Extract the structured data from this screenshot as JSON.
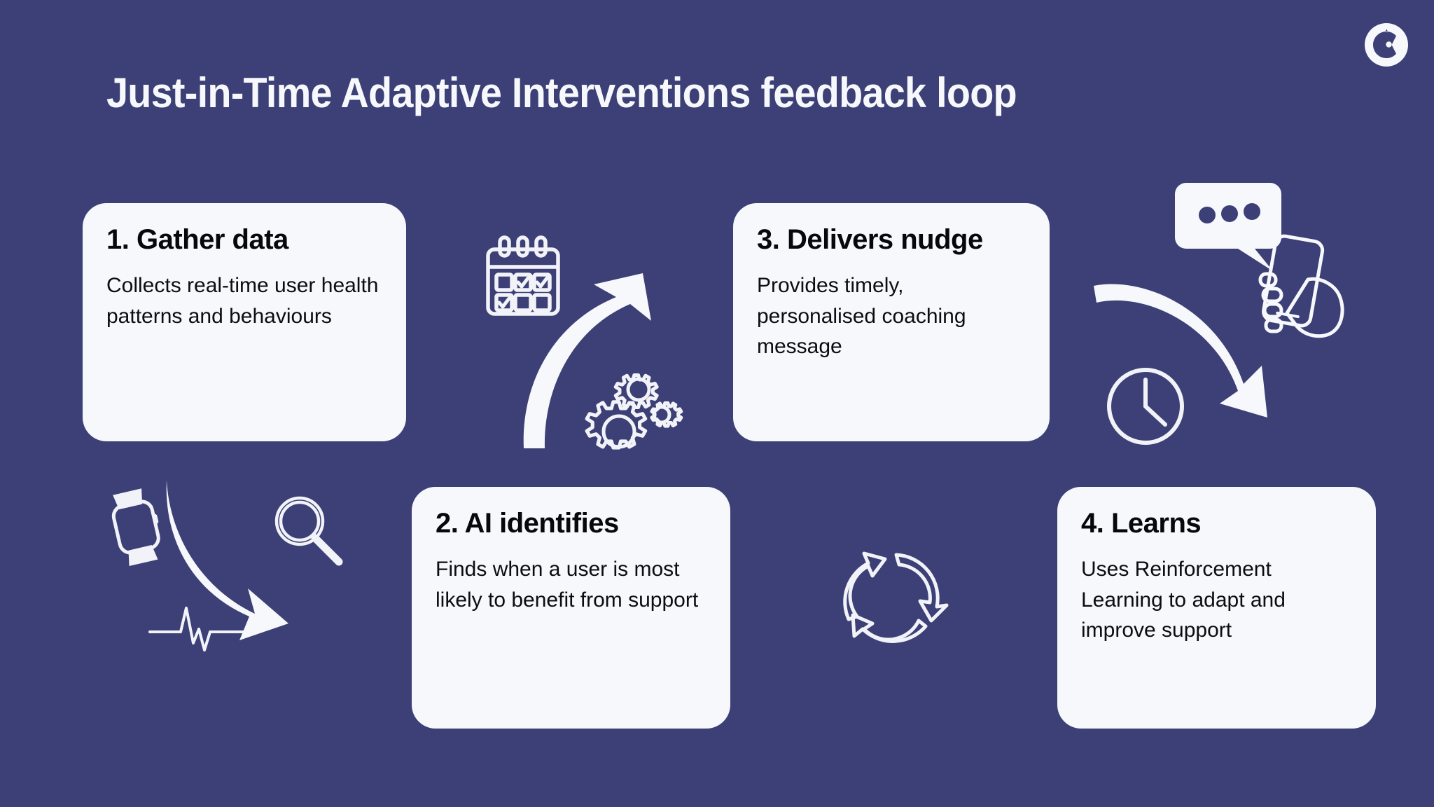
{
  "background_color": "#3c4076",
  "card_color": "#f7f8fb",
  "text_color": "#07070c",
  "header": {
    "title": "Just-in-Time Adaptive Interventions feedback loop",
    "logo_name": "owl-eye-logo"
  },
  "cards": [
    {
      "id": "card-1",
      "title": "1. Gather data",
      "body": "Collects real-time user health patterns and behaviours"
    },
    {
      "id": "card-2",
      "title": "2. AI identifies",
      "body": "Finds when a user is most likely to benefit from support"
    },
    {
      "id": "card-3",
      "title": "3. Delivers nudge",
      "body": "Provides timely, personalised coaching message"
    },
    {
      "id": "card-4",
      "title": "4. Learns",
      "body": "Uses Reinforcement Learning to adapt and improve support"
    }
  ],
  "icons": [
    {
      "name": "calendar-icon",
      "label": "Calendar with checkmarks"
    },
    {
      "name": "gears-icon",
      "label": "Three interlocking gears"
    },
    {
      "name": "smartwatch-icon",
      "label": "Smartwatch"
    },
    {
      "name": "heartbeat-icon",
      "label": "Heartbeat ECG line"
    },
    {
      "name": "magnifier-icon",
      "label": "Magnifying glass"
    },
    {
      "name": "chat-phone-icon",
      "label": "Hand holding phone with chat bubble"
    },
    {
      "name": "clock-icon",
      "label": "Clock"
    },
    {
      "name": "loop-arrows-icon",
      "label": "Three circular recycle arrows"
    }
  ],
  "arrows": [
    {
      "name": "arrow-gather-to-ai",
      "from": "1. Gather data",
      "to": "2. AI identifies"
    },
    {
      "name": "arrow-ai-to-nudge",
      "from": "2. AI identifies",
      "to": "3. Delivers nudge"
    },
    {
      "name": "arrow-nudge-to-learns",
      "from": "3. Delivers nudge",
      "to": "4. Learns"
    }
  ]
}
